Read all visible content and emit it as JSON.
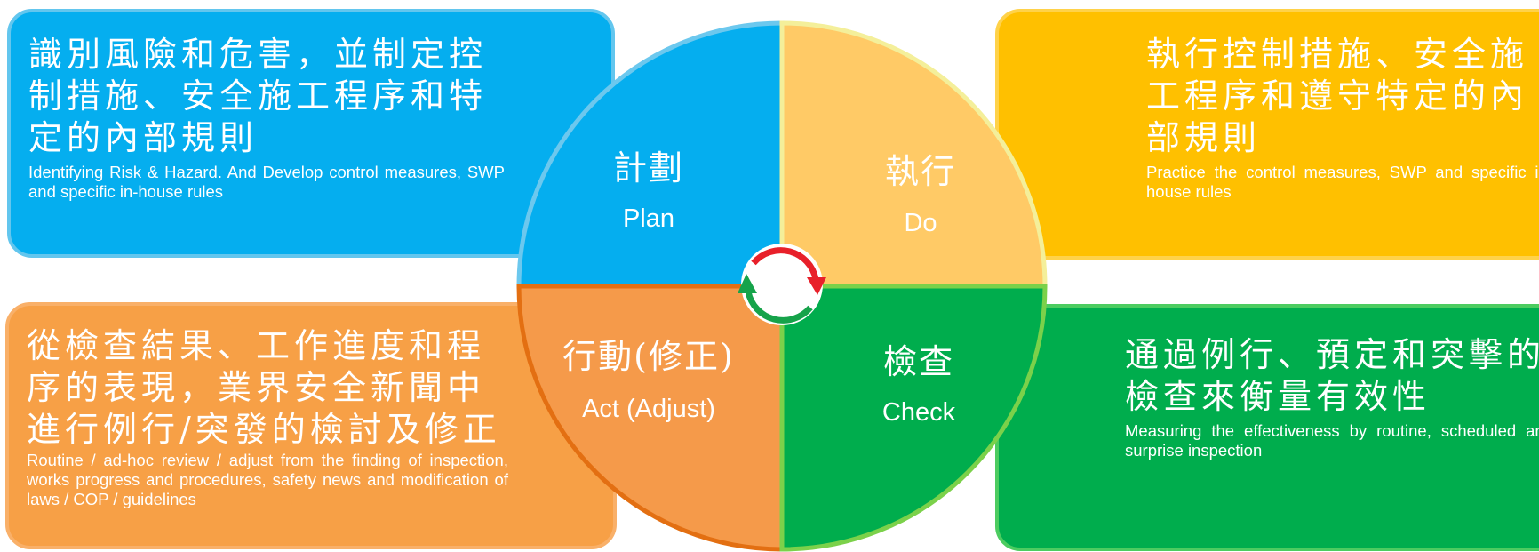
{
  "plan": {
    "zh": "識別風險和危害，並制定控制措施、安全施工程序和特定的內部規則",
    "en": "Identifying Risk & Hazard. And Develop control measures, SWP and specific in-house rules",
    "label_zh": "計劃",
    "label_en": "Plan"
  },
  "do": {
    "zh": "執行控制措施、安全施工程序和遵守特定的內部規則",
    "en": "Practice the control measures, SWP and specific in-house rules",
    "label_zh": "執行",
    "label_en": "Do"
  },
  "act": {
    "zh": "從檢查結果、工作進度和程序的表現，業界安全新聞中進行例行/突發的檢討及修正",
    "en": "Routine / ad-hoc review / adjust from the finding of inspection, works progress and procedures, safety news and modification of laws / COP / guidelines",
    "label_zh": "行動(修正)",
    "label_en": "Act (Adjust)"
  },
  "check": {
    "zh": "通過例行、預定和突擊的檢查來衡量有效性",
    "en": "Measuring the effectiveness by routine, scheduled and surprise inspection",
    "label_zh": "檢查",
    "label_en": "Check"
  },
  "colors": {
    "plan": "#05aeef",
    "do": "#ffca66",
    "do_box": "#ffc000",
    "act": "#f59a4a",
    "act_box": "#f7a046",
    "check": "#00ad4d",
    "cycle_red": "#e8202a",
    "cycle_green": "#16a34a"
  }
}
